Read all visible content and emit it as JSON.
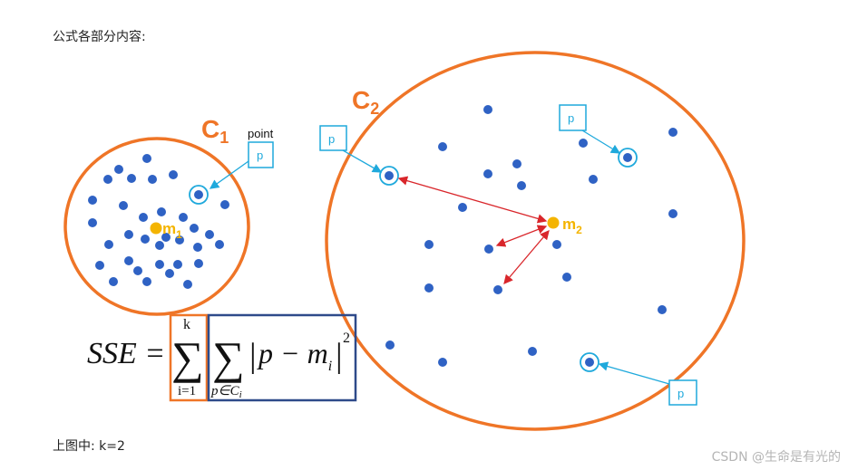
{
  "heading": "公式各部分内容:",
  "caption": "上图中: k=2",
  "watermark": "CSDN @生命是有光的",
  "colors": {
    "cluster": "#ef7527",
    "point": "#2f62c4",
    "centroid": "#f4b400",
    "callout": "#1fa9dc",
    "distance": "#d9262b",
    "inner_box": "#2e4a8a"
  },
  "diagram": {
    "clusters": [
      {
        "name": "C",
        "sub": "1",
        "centroid_name": "m",
        "centroid_sub": "1"
      },
      {
        "name": "C",
        "sub": "2",
        "centroid_name": "m",
        "centroid_sub": "2"
      }
    ],
    "point_caption": "point",
    "callout_label": "p",
    "formula": {
      "lhs": "SSE =",
      "sigma": "∑",
      "outer_top": "k",
      "outer_bottom": "i=1",
      "inner_bottom_p": "p∈C",
      "inner_bottom_i": "i",
      "bar_open": "|",
      "body_p": "p − m",
      "body_i": "i",
      "bar_close": "|",
      "exponent": "2"
    }
  }
}
